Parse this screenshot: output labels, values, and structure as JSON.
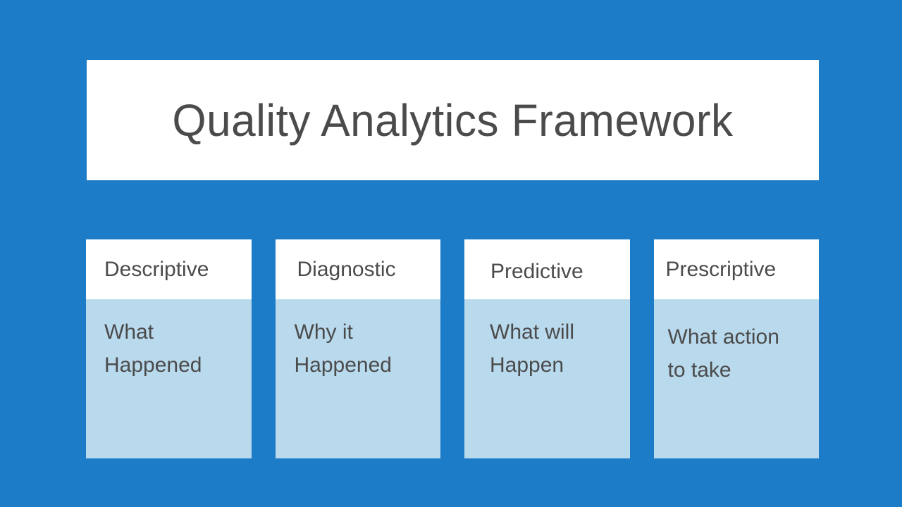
{
  "slide": {
    "background_color": "#1C7CC8",
    "title": "Quality Analytics Framework",
    "title_box_color": "#FFFFFF",
    "title_text_color": "#4B4B4B",
    "card_header_color": "#FFFFFF",
    "card_body_color": "#B9D9ED",
    "card_text_color": "#4B4B4B"
  },
  "cards": [
    {
      "title": "Descriptive",
      "description": "What\nHappened"
    },
    {
      "title": "Diagnostic",
      "description": "Why it\nHappened"
    },
    {
      "title": "Predictive",
      "description": "What will\nHappen"
    },
    {
      "title": "Prescriptive",
      "description": "What action\nto take"
    }
  ]
}
